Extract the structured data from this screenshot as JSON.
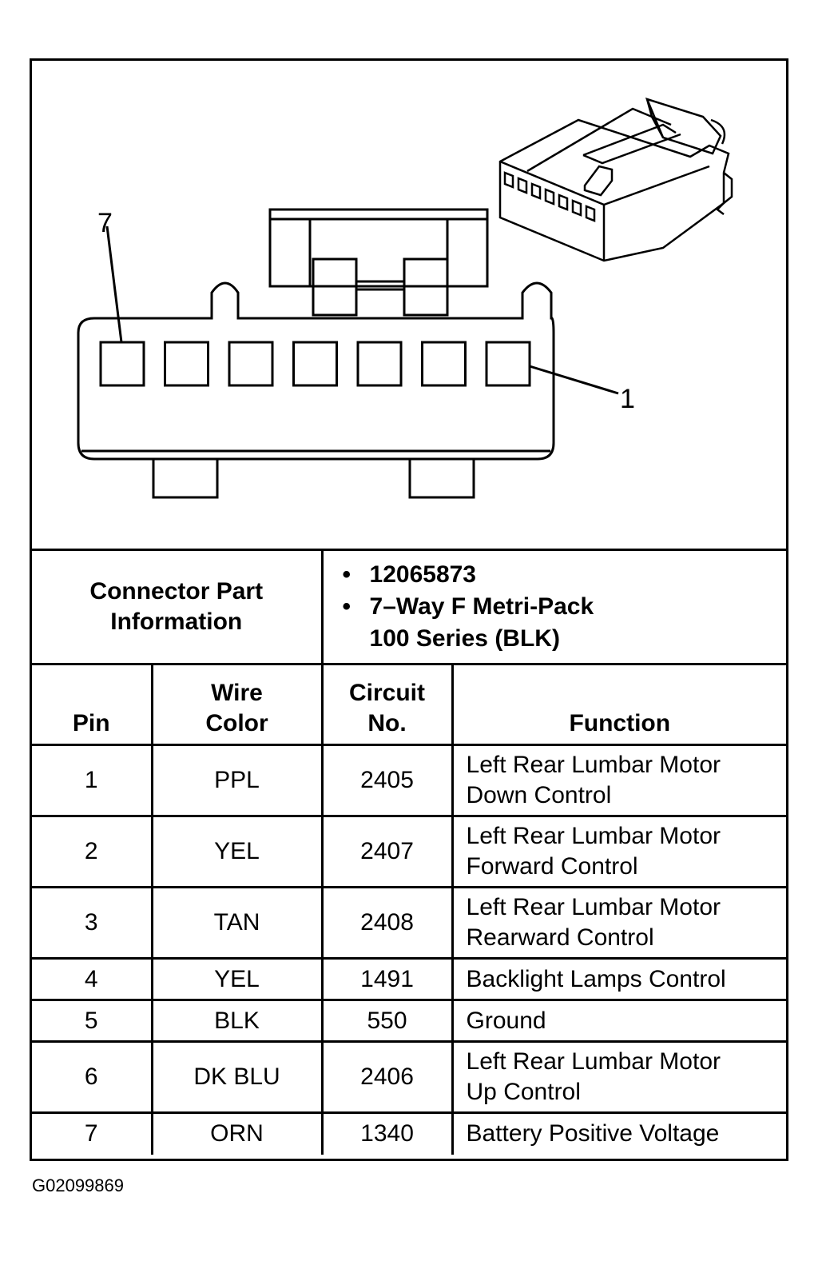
{
  "diagram": {
    "pin_label_left": "7",
    "pin_label_right": "1"
  },
  "part_info": {
    "label_line1": "Connector Part",
    "label_line2": "Information",
    "items": [
      "12065873",
      "7–Way F Metri-Pack",
      "100 Series (BLK)"
    ],
    "bullet": "•"
  },
  "table": {
    "headers": {
      "pin": "Pin",
      "wire_color_line1": "Wire",
      "wire_color_line2": "Color",
      "circuit_line1": "Circuit",
      "circuit_line2": "No.",
      "function": "Function"
    },
    "rows": [
      {
        "pin": "1",
        "color": "PPL",
        "circuit": "2405",
        "func1": "Left Rear Lumbar Motor",
        "func2": "Down Control"
      },
      {
        "pin": "2",
        "color": "YEL",
        "circuit": "2407",
        "func1": "Left Rear Lumbar Motor",
        "func2": "Forward Control"
      },
      {
        "pin": "3",
        "color": "TAN",
        "circuit": "2408",
        "func1": "Left Rear Lumbar Motor",
        "func2": "Rearward Control"
      },
      {
        "pin": "4",
        "color": "YEL",
        "circuit": "1491",
        "func1": "Backlight Lamps Control",
        "func2": ""
      },
      {
        "pin": "5",
        "color": "BLK",
        "circuit": "550",
        "func1": "Ground",
        "func2": ""
      },
      {
        "pin": "6",
        "color": "DK BLU",
        "circuit": "2406",
        "func1": "Left Rear Lumbar Motor",
        "func2": "Up Control"
      },
      {
        "pin": "7",
        "color": "ORN",
        "circuit": "1340",
        "func1": "Battery Positive Voltage",
        "func2": ""
      }
    ]
  },
  "figure_id": "G02099869"
}
